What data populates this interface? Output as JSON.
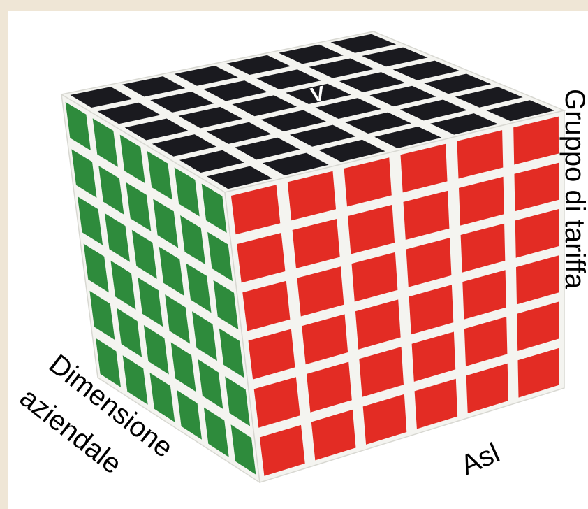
{
  "labels": {
    "right_axis": "Gruppo di tariffa",
    "bottom_axis": "Asl",
    "left_axis_line1": "Dimensione",
    "left_axis_line2": "aziendale"
  },
  "cube": {
    "grid_size": 6,
    "top_sticker_mark": "V",
    "colors": {
      "top": "#1a1a1f",
      "front": "#e32c24",
      "side": "#2e8b3c",
      "plastic": "#f4f4f0",
      "background": "#efe6d6"
    }
  }
}
